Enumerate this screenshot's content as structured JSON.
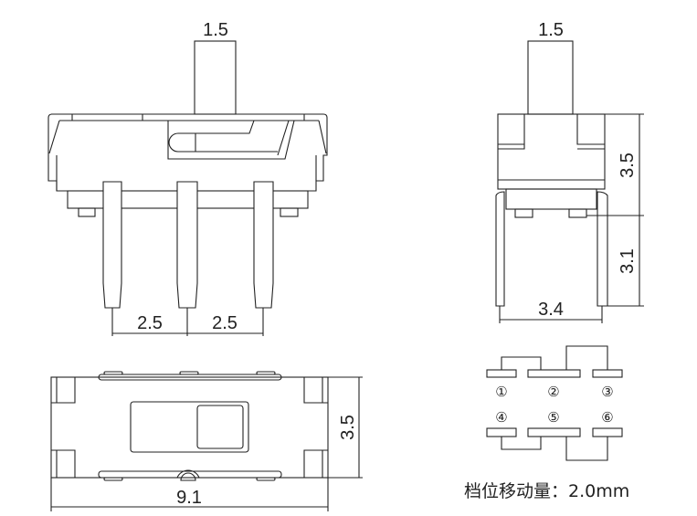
{
  "front_view": {
    "actuator_width": "1.5",
    "pitch_left": "2.5",
    "pitch_right": "2.5"
  },
  "side_view": {
    "actuator_width": "1.5",
    "body_height": "3.5",
    "pin_length": "3.1",
    "pin_span": "3.4"
  },
  "bottom_view": {
    "height": "3.5",
    "length": "9.1"
  },
  "schematic": {
    "pins": [
      "①",
      "②",
      "③",
      "④",
      "⑤",
      "⑥"
    ],
    "caption": "档位移动量：2.0mm"
  }
}
